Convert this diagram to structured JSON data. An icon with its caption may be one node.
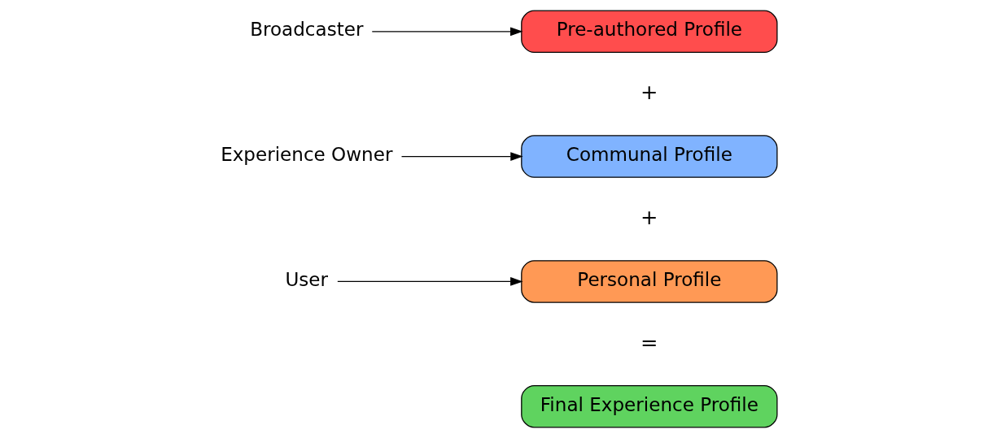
{
  "diagram": {
    "nodes": [
      {
        "text": [
          "Broadcaster"
        ]
      },
      {
        "text": [
          "Pre-authored Profile"
        ]
      },
      {
        "text": [
          "Experience Owner"
        ]
      },
      {
        "text": [
          "Communal Profile"
        ]
      },
      {
        "text": [
          "User"
        ]
      },
      {
        "text": [
          "Personal Profile"
        ]
      },
      {
        "text": [
          "Final Experience Profile"
        ]
      }
    ],
    "edges": [
      {
        "from": 0,
        "to": 1,
        "arrow": "to"
      },
      {
        "from": 2,
        "to": 3,
        "arrow": "to"
      },
      {
        "from": 4,
        "to": 5,
        "arrow": "to"
      }
    ],
    "labels": [
      "+",
      "+",
      "="
    ]
  }
}
